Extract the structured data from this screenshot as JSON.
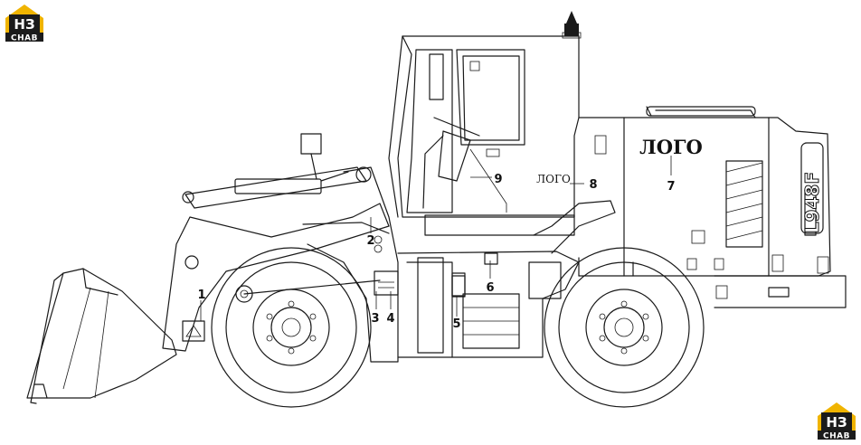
{
  "brand": {
    "mark": "НЗ",
    "name": "CHAB",
    "accent": "#f0b400",
    "dark": "#1b1b1b"
  },
  "labels": {
    "logo_main": "ЛОГО",
    "logo_side": "ЛОГО",
    "model": "L948F",
    "callouts": [
      "1",
      "2",
      "3",
      "4",
      "5",
      "6",
      "7",
      "8",
      "9"
    ]
  }
}
